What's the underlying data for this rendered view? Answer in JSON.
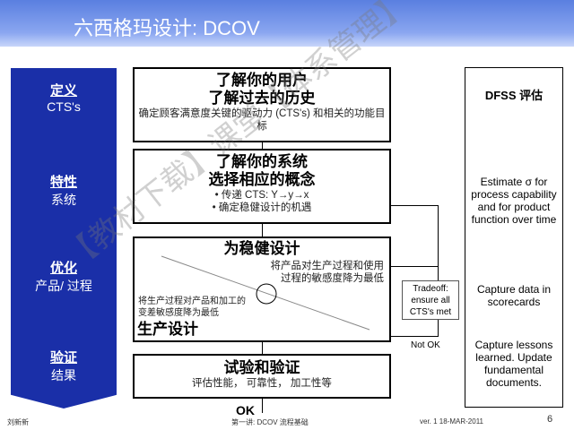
{
  "header": {
    "title": "六西格玛设计:  DCOV"
  },
  "stages": [
    {
      "name": "定义",
      "sub": "CTS's"
    },
    {
      "name": "特性",
      "sub": "系统"
    },
    {
      "name": "优化",
      "sub": "产品/ 过程"
    },
    {
      "name": "验证",
      "sub": "结果"
    }
  ],
  "boxes": {
    "define": {
      "line1": "了解你的用户",
      "line2": "了解过去的历史",
      "desc": "确定顾客满意度关键的驱动力 (CTS's) 和相关的功能目标"
    },
    "characterize": {
      "line1": "了解你的系统",
      "line2": "选择相应的概念",
      "bullet1": "• 传递 CTS:  Y→y→x",
      "bullet2": "• 确定稳健设计的机遇"
    },
    "optimize": {
      "title": "为稳健设计",
      "desc_right": "将产品对生产过程和使用过程的敏感度降为最低",
      "desc_left": "将生产过程对产品和加工的变差敏感度降为最低",
      "bottom_title": "生产设计"
    },
    "verify": {
      "title": "试验和验证",
      "desc": "评估性能， 可靠性， 加工性等"
    }
  },
  "tradeoff": "Tradeoff: ensure all CTS's met",
  "not_ok": "Not OK",
  "ok": "OK",
  "right_panel": {
    "title": "DFSS 评估",
    "items": [
      "Estimate σ for process capability and for product function over time",
      "Capture data in scorecards",
      "Capture lessons learned. Update fundamental documents."
    ]
  },
  "footer": {
    "author": "刘新新",
    "center": "第一讲:  DCOV 流程基础",
    "version": "ver. 1   18-MAR-2011",
    "page": "6"
  },
  "watermark": "【教材下载】课堂【体系管理】",
  "colors": {
    "title_bar": "#5a7fe0",
    "stage_column": "#1a2fa8"
  }
}
